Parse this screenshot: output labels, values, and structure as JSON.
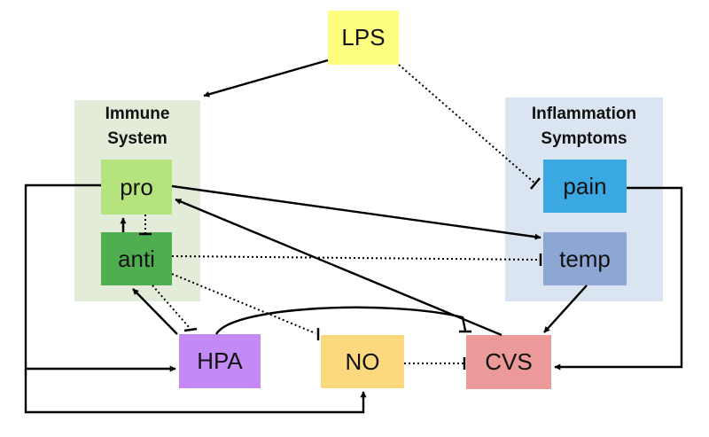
{
  "colors": {
    "immune_panel": "#e3ecd8",
    "inflammation_panel": "#dbe5f1",
    "lps": "#fdfd7f",
    "pro": "#b5e47e",
    "anti": "#4fae4f",
    "pain": "#3aa8e3",
    "temp": "#8ea6d3",
    "hpa": "#c389f5",
    "no": "#fcd97f",
    "cvs": "#ec9999",
    "edge": "#000000"
  },
  "panels": {
    "immune": {
      "title_line1": "Immune",
      "title_line2": "System"
    },
    "inflammation": {
      "title_line1": "Inflammation",
      "title_line2": "Symptoms"
    }
  },
  "nodes": {
    "lps": "LPS",
    "pro": "pro",
    "anti": "anti",
    "pain": "pain",
    "temp": "temp",
    "hpa": "HPA",
    "no": "NO",
    "cvs": "CVS"
  },
  "edges": [
    {
      "from": "LPS",
      "to": "Immune System",
      "type": "activation"
    },
    {
      "from": "LPS",
      "to": "pain",
      "type": "inhibition-dotted"
    },
    {
      "from": "anti",
      "to": "pro",
      "type": "activation"
    },
    {
      "from": "pro",
      "to": "anti",
      "type": "inhibition-dotted"
    },
    {
      "from": "pro",
      "to": "temp",
      "type": "activation"
    },
    {
      "from": "anti",
      "to": "temp",
      "type": "inhibition-dotted"
    },
    {
      "from": "anti",
      "to": "NO",
      "type": "inhibition-dotted"
    },
    {
      "from": "HPA",
      "to": "anti",
      "type": "activation"
    },
    {
      "from": "anti",
      "to": "HPA",
      "type": "inhibition-dotted"
    },
    {
      "from": "HPA",
      "to": "CVS",
      "type": "inhibition"
    },
    {
      "from": "NO",
      "to": "CVS",
      "type": "inhibition-dotted"
    },
    {
      "from": "CVS",
      "to": "pro",
      "type": "activation"
    },
    {
      "from": "temp",
      "to": "CVS",
      "type": "activation"
    },
    {
      "from": "pain",
      "to": "CVS",
      "type": "activation"
    },
    {
      "from": "pro",
      "to": "HPA",
      "type": "activation"
    },
    {
      "from": "pro",
      "to": "NO",
      "type": "activation"
    }
  ]
}
